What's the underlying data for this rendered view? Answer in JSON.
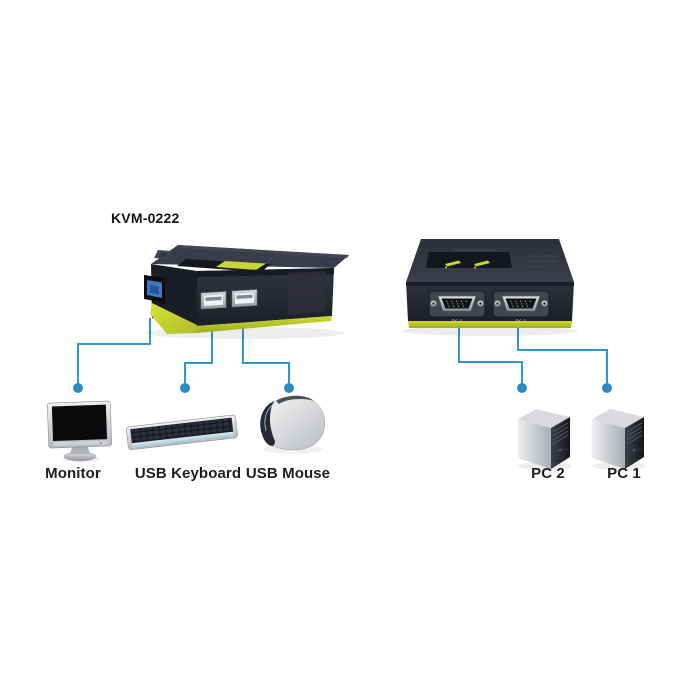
{
  "diagram": {
    "title": "KVM-0222",
    "left_device": {
      "name": "KVM switch front view",
      "icon": "kvm-switch-front-icon",
      "connections": [
        {
          "port": "console VGA port",
          "target": "Monitor"
        },
        {
          "port": "USB port 1",
          "target": "USB Keyboard"
        },
        {
          "port": "USB port 2",
          "target": "USB Mouse"
        }
      ]
    },
    "right_device": {
      "name": "KVM switch rear view",
      "icon": "kvm-switch-rear-icon",
      "port_labels": [
        "PC 2",
        "PC 1"
      ]
    },
    "peripherals": [
      {
        "label": "Monitor",
        "icon": "monitor-icon"
      },
      {
        "label": "USB Keyboard",
        "icon": "keyboard-icon"
      },
      {
        "label": "USB Mouse",
        "icon": "mouse-icon"
      }
    ],
    "computers": [
      {
        "label": "PC 2",
        "icon": "pc-tower-icon"
      },
      {
        "label": "PC 1",
        "icon": "pc-tower-icon"
      }
    ],
    "colors": {
      "connector_line": "#2f97ce",
      "connector_dot": "#2a8cc5",
      "device_body_dark": "#262833",
      "device_accent_green": "#c6d831",
      "console_port_blue": "#3e79c0",
      "background": "#ffffff"
    }
  }
}
